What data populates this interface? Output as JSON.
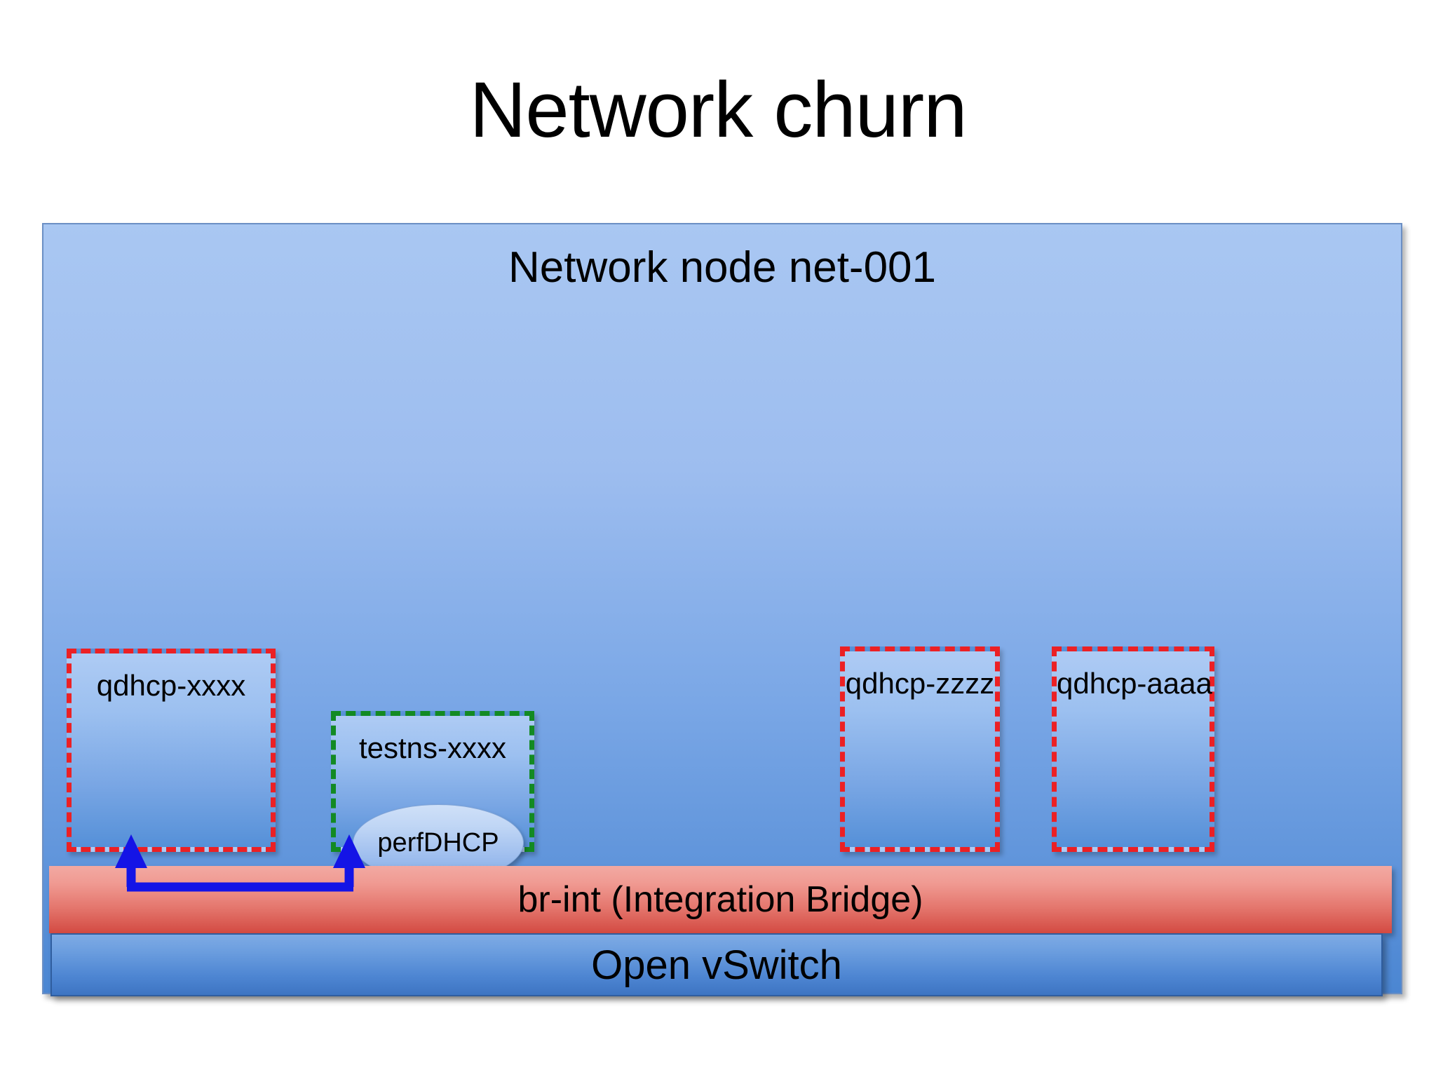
{
  "slide": {
    "title": "Network churn"
  },
  "node": {
    "title": "Network node net-001",
    "panel_color": "#9dbdef"
  },
  "namespaces": [
    {
      "label": "qdhcp-xxxx",
      "border_style": "dashed",
      "border_color": "#ec2024",
      "kind": "dhcp-namespace"
    },
    {
      "label": "testns-xxxx",
      "border_style": "dashed",
      "border_color": "#138a23",
      "kind": "test-namespace",
      "process": {
        "label": "perfDHCP",
        "shape": "ellipse"
      }
    },
    {
      "label": "qdhcp-zzzz",
      "border_style": "dashed",
      "border_color": "#ec2024",
      "kind": "dhcp-namespace"
    },
    {
      "label": "qdhcp-aaaa",
      "border_style": "dashed",
      "border_color": "#ec2024",
      "kind": "dhcp-namespace"
    }
  ],
  "bridge": {
    "label": "br-int (Integration Bridge)",
    "color": "#e4766d"
  },
  "switch": {
    "label": "Open vSwitch",
    "color": "#4d85d2"
  },
  "connector": {
    "name": "dhcp-traffic-path",
    "color": "#1414e6",
    "from": "qdhcp-xxxx",
    "to": "testns-xxxx",
    "arrowheads": "both"
  }
}
